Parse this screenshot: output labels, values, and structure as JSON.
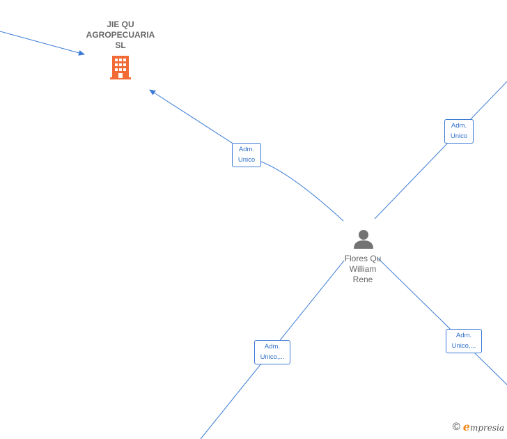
{
  "colors": {
    "edge": "#3b7bd6",
    "company_icon": "#f26a35",
    "person_icon": "#737373",
    "label_text": "#666666"
  },
  "nodes": {
    "company": {
      "name": "JIE QU\nAGROPECUARIA\nSL",
      "icon": "building-icon"
    },
    "person": {
      "name": "Flores Qu\nWilliam\nRene",
      "icon": "person-icon"
    }
  },
  "edges": [
    {
      "label": "Adm.\nUnico"
    },
    {
      "label": "Adm.\nUnico"
    },
    {
      "label": "Adm.\nUnico,..."
    },
    {
      "label": "Adm.\nUnico,..."
    }
  ],
  "footer": {
    "copyright": "©",
    "brand_initial": "e",
    "brand_rest": "mpresia"
  }
}
